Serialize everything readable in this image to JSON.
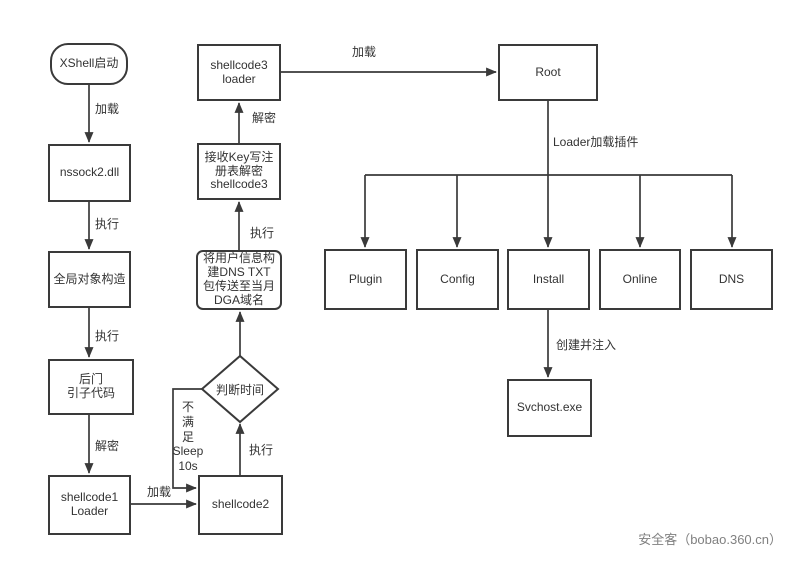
{
  "colors": {
    "stroke": "#3a3a3a",
    "text": "#333333",
    "watermark": "#808080",
    "background": "#ffffff"
  },
  "nodes": {
    "xshell_start": "XShell启动",
    "nssock2_dll": "nssock2.dll",
    "global_object": "全局对象构造",
    "backdoor_stub": "后门\n引子代码",
    "shellcode1_loader": "shellcode1\nLoader",
    "shellcode2": "shellcode2",
    "time_check": "判断时间",
    "dns_txt_dga": "将用户信息构\n建DNS TXT\n包传送至当月\nDGA域名",
    "recv_key_decrypt": "接收Key写注\n册表解密\nshellcode3",
    "shellcode3_loader": "shellcode3\nloader",
    "root": "Root",
    "plugin": "Plugin",
    "config": "Config",
    "install": "Install",
    "online": "Online",
    "dns": "DNS",
    "svchost": "Svchost.exe"
  },
  "edge_labels": {
    "xshell_to_nssock2": "加载",
    "nssock2_to_global": "执行",
    "global_to_backdoor": "执行",
    "backdoor_to_shellcode1": "解密",
    "shellcode1_to_shellcode2": "加载",
    "time_not_satisfied": "不\n满\n足\nSleep\n10s",
    "shellcode2_to_time_check": "执行",
    "dga_to_recv_key": "执行",
    "recv_key_to_loader": "解密",
    "loader_to_root": "加载",
    "root_to_plugins": "Loader加载插件",
    "install_to_svchost": "创建并注入"
  },
  "watermark": "安全客（bobao.360.cn）"
}
